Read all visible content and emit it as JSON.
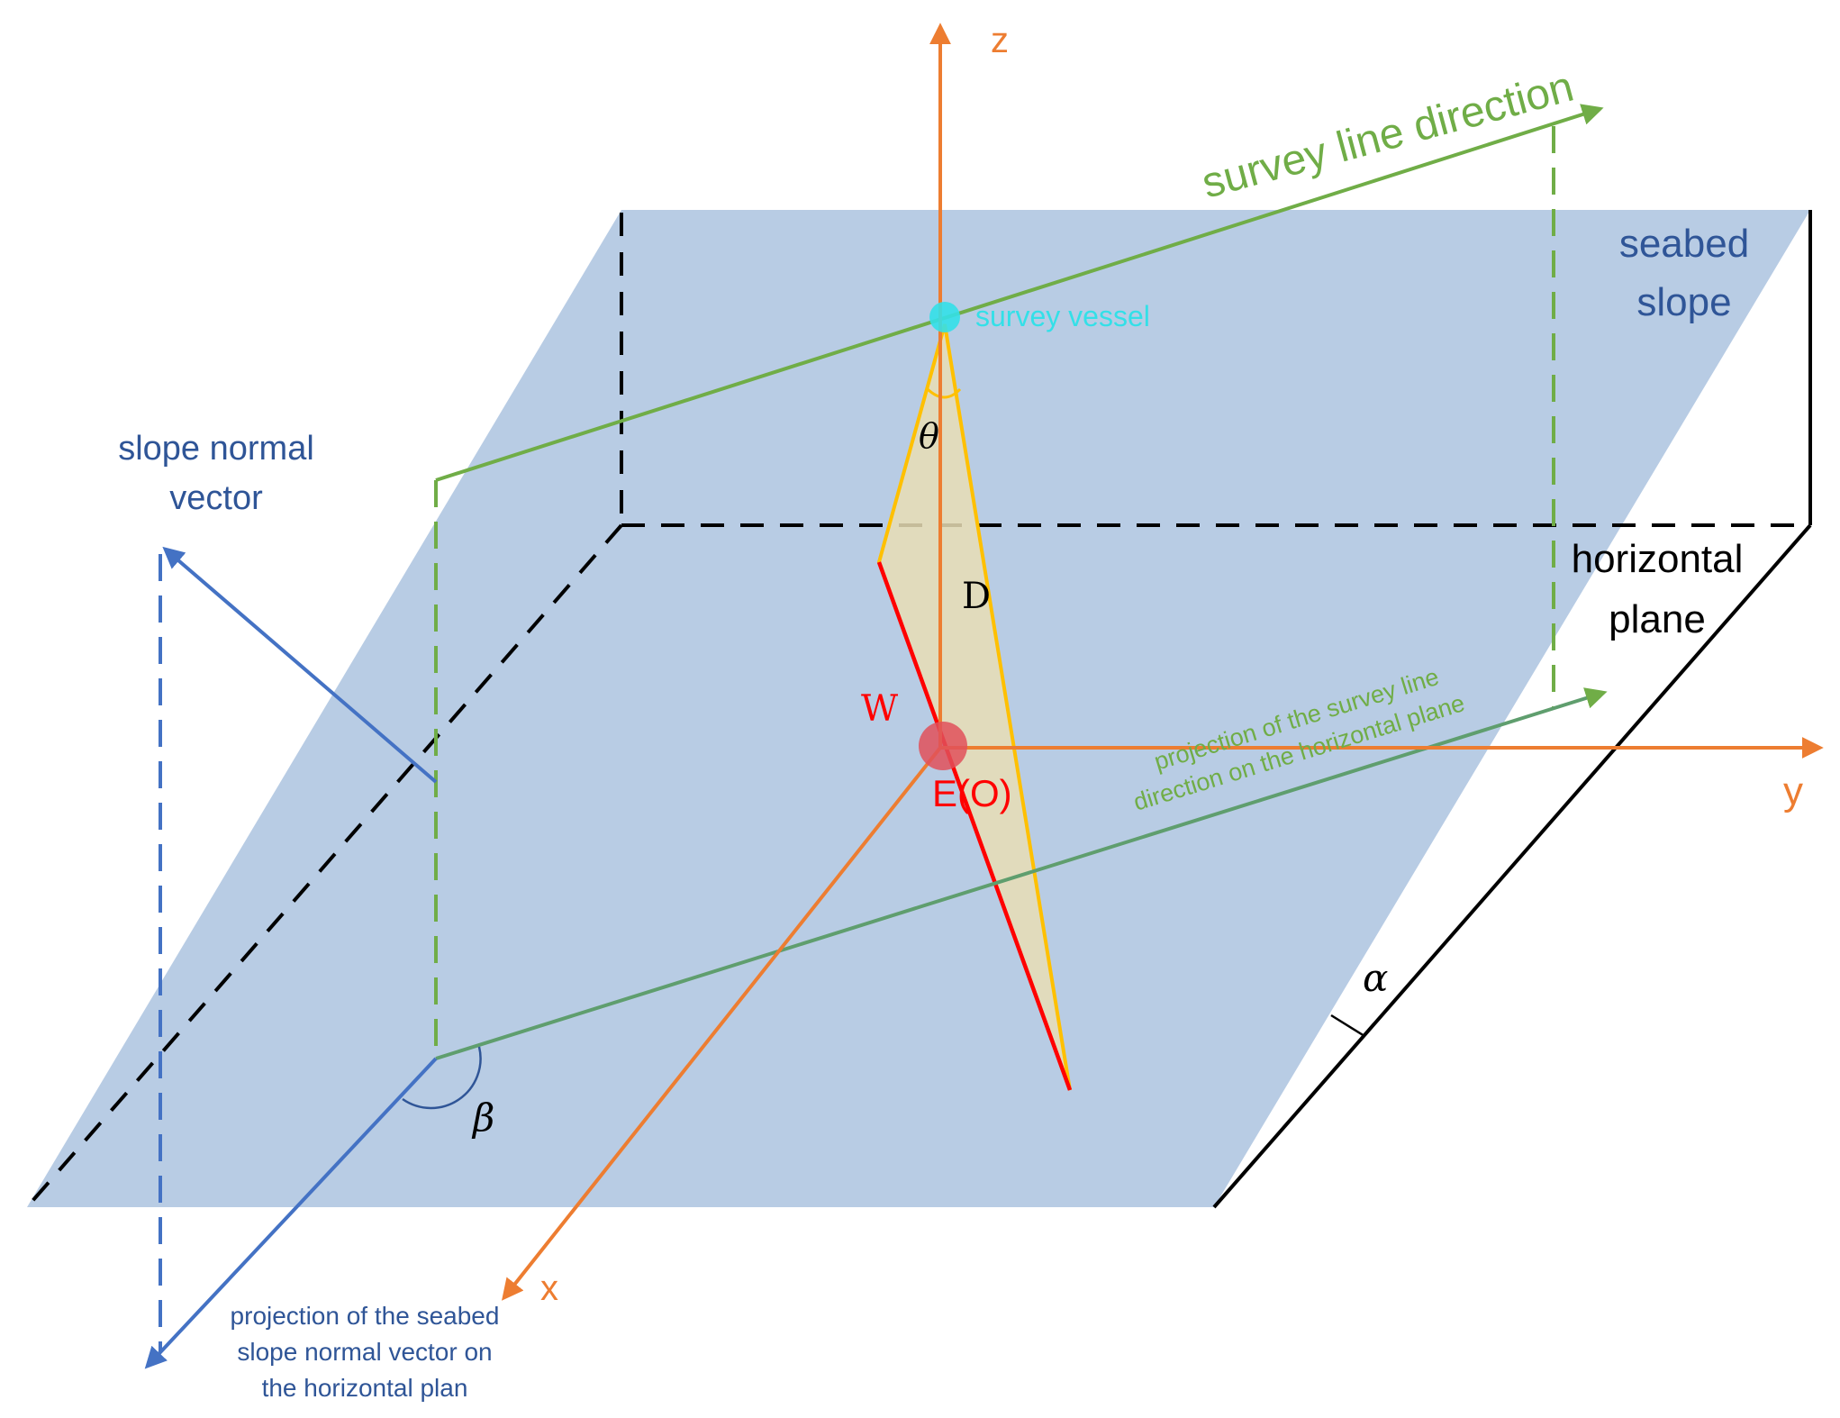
{
  "labels": {
    "z_axis": "z",
    "x_axis": "x",
    "y_axis": "y",
    "survey_line_direction": "survey line direction",
    "seabed_slope_line1": "seabed",
    "seabed_slope_line2": "slope",
    "survey_vessel": "survey vessel",
    "theta": "θ",
    "depth": "D",
    "horizontal_plane_line1": "horizontal",
    "horizontal_plane_line2": "plane",
    "slope_normal_line1": "slope normal",
    "slope_normal_line2": "vector",
    "point_w": "W",
    "point_eo": "E(O)",
    "projection_survey_line1": "projection of the survey line",
    "projection_survey_line2": "direction on the horizontal plane",
    "alpha": "α",
    "beta": "β",
    "projection_normal_line1": "projection of the seabed",
    "projection_normal_line2": "slope normal vector on",
    "projection_normal_line3": "the horizontal plan"
  },
  "colors": {
    "axis": "#ED7D31",
    "survey": "#70AD47",
    "plane_fill": "#B8CCE4",
    "normal": "#4472C4",
    "text_blue": "#2F5597",
    "swath_edge": "#FFC000",
    "swath_fill": "#E8DDB5",
    "seabed_line": "#FF0000",
    "vessel": "#33E0E8",
    "black": "#000000"
  }
}
